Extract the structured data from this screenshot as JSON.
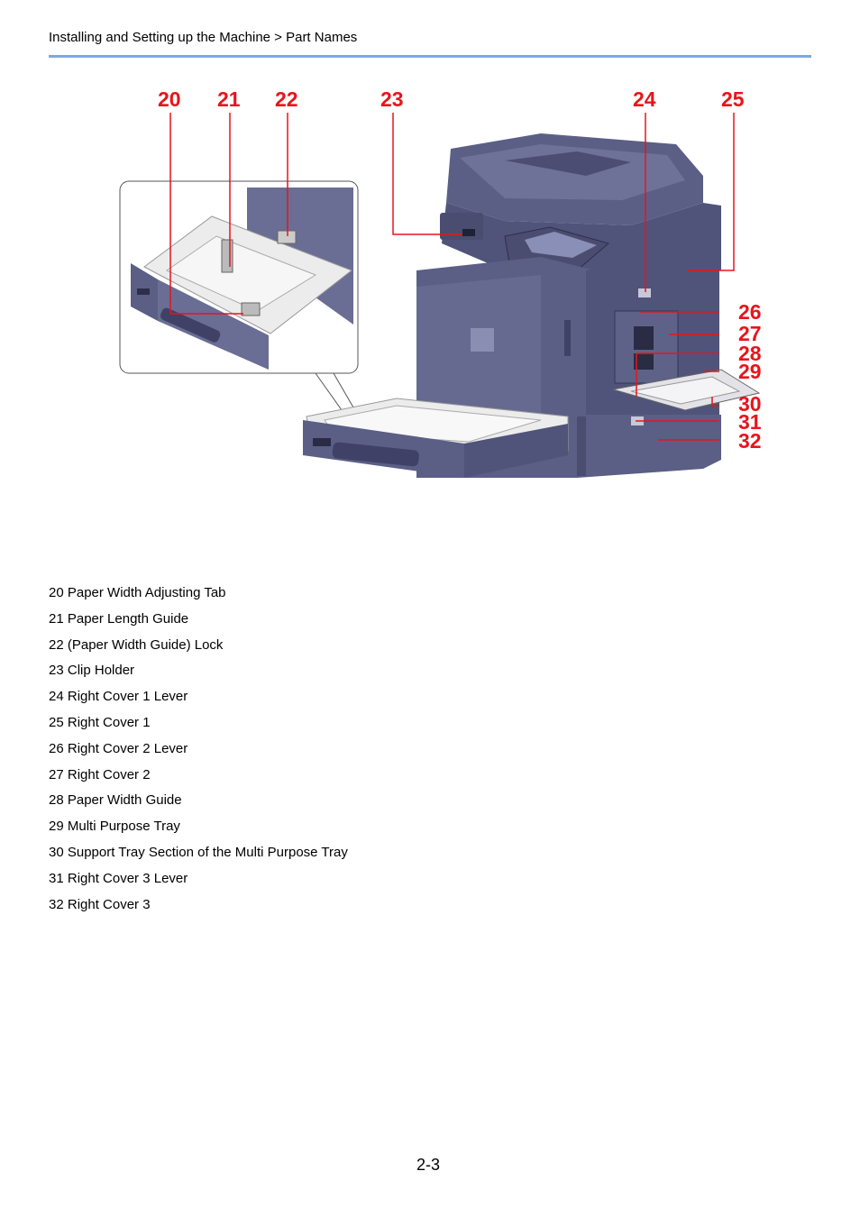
{
  "header": {
    "breadcrumb": "Installing and Setting up the Machine > Part Names"
  },
  "figure": {
    "callouts": [
      "20",
      "21",
      "22",
      "23",
      "24",
      "25",
      "26",
      "27",
      "28",
      "29",
      "30",
      "31",
      "32"
    ],
    "colors": {
      "callout": "#e8141b",
      "machine_body": "#5b5f86",
      "machine_dark": "#3f4266",
      "machine_light": "#8d90b3",
      "tray_light": "#e8e8e8"
    }
  },
  "parts": [
    {
      "number": "20",
      "name": "Paper Width Adjusting Tab"
    },
    {
      "number": "21",
      "name": "Paper Length Guide"
    },
    {
      "number": "22",
      "name": "(Paper Width Guide) Lock"
    },
    {
      "number": "23",
      "name": "Clip Holder"
    },
    {
      "number": "24",
      "name": "Right Cover 1 Lever"
    },
    {
      "number": "25",
      "name": "Right Cover 1"
    },
    {
      "number": "26",
      "name": "Right Cover 2 Lever"
    },
    {
      "number": "27",
      "name": "Right Cover 2"
    },
    {
      "number": "28",
      "name": "Paper Width Guide"
    },
    {
      "number": "29",
      "name": "Multi Purpose Tray"
    },
    {
      "number": "30",
      "name": "Support Tray Section of the Multi Purpose Tray"
    },
    {
      "number": "31",
      "name": "Right Cover 3 Lever"
    },
    {
      "number": "32",
      "name": "Right Cover 3"
    }
  ],
  "footer": {
    "page_number": "2-3"
  }
}
